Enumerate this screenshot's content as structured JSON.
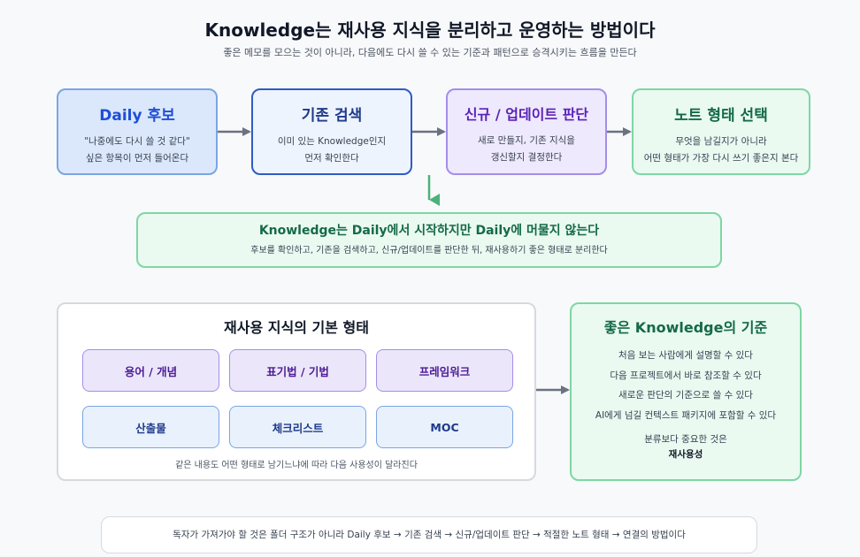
{
  "title": "Knowledge는 재사용 지식을 분리하고 운영하는 방법이다",
  "subtitle": "좋은 메모를 모으는 것이 아니라, 다음에도 다시 쓸 수 있는 기준과 패턴으로 승격시키는 흐름을 만든다",
  "steps": [
    {
      "title": "Daily 후보",
      "line1": "\"나중에도 다시 쓸 것 같다\"",
      "line2": "싶은 항목이 먼저 들어온다"
    },
    {
      "title": "기존 검색",
      "line1": "이미 있는 Knowledge인지",
      "line2": "먼저 확인한다"
    },
    {
      "title": "신규 / 업데이트 판단",
      "line1": "새로 만들지, 기존 지식을",
      "line2": "갱신할지 결정한다"
    },
    {
      "title": "노트 형태 선택",
      "line1": "무엇을 남길지가 아니라",
      "line2": "어떤 형태가 가장 다시 쓰기 좋은지 본다"
    }
  ],
  "middle": {
    "title": "Knowledge는 Daily에서 시작하지만 Daily에 머물지 않는다",
    "text": "후보를 확인하고, 기존을 검색하고, 신규/업데이트를 판단한 뒤, 재사용하기 좋은 형태로 분리한다"
  },
  "forms": {
    "title": "재사용 지식의 기본 형태",
    "items": [
      "용어 / 개념",
      "표기법 / 기법",
      "프레임워크",
      "산출물",
      "체크리스트",
      "MOC"
    ],
    "note": "같은 내용도 어떤 형태로 남기느냐에 따라 다음 사용성이 달라진다"
  },
  "criteria": {
    "title": "좋은 Knowledge의 기준",
    "items": [
      "처음 보는 사람에게 설명할 수 있다",
      "다음 프로젝트에서 바로 참조할 수 있다",
      "새로운 판단의 기준으로 쓸 수 있다",
      "AI에게 넘길 컨텍스트 패키지에 포함할 수 있다"
    ],
    "summary_line1": "분류보다 중요한 것은",
    "summary_line2": "재사용성"
  },
  "footer": "독자가 가져가야 할 것은 폴더 구조가 아니라 Daily 후보 → 기존 검색 → 신규/업데이트 판단 → 적절한 노트 형태 → 연결의 방법이다",
  "colors": {
    "blue": "#1d4ed8",
    "navy": "#1e3a8a",
    "purple": "#5b21b6",
    "green": "#15694a",
    "arrow_gray": "#6b7280",
    "arrow_green": "#4ab27a"
  }
}
